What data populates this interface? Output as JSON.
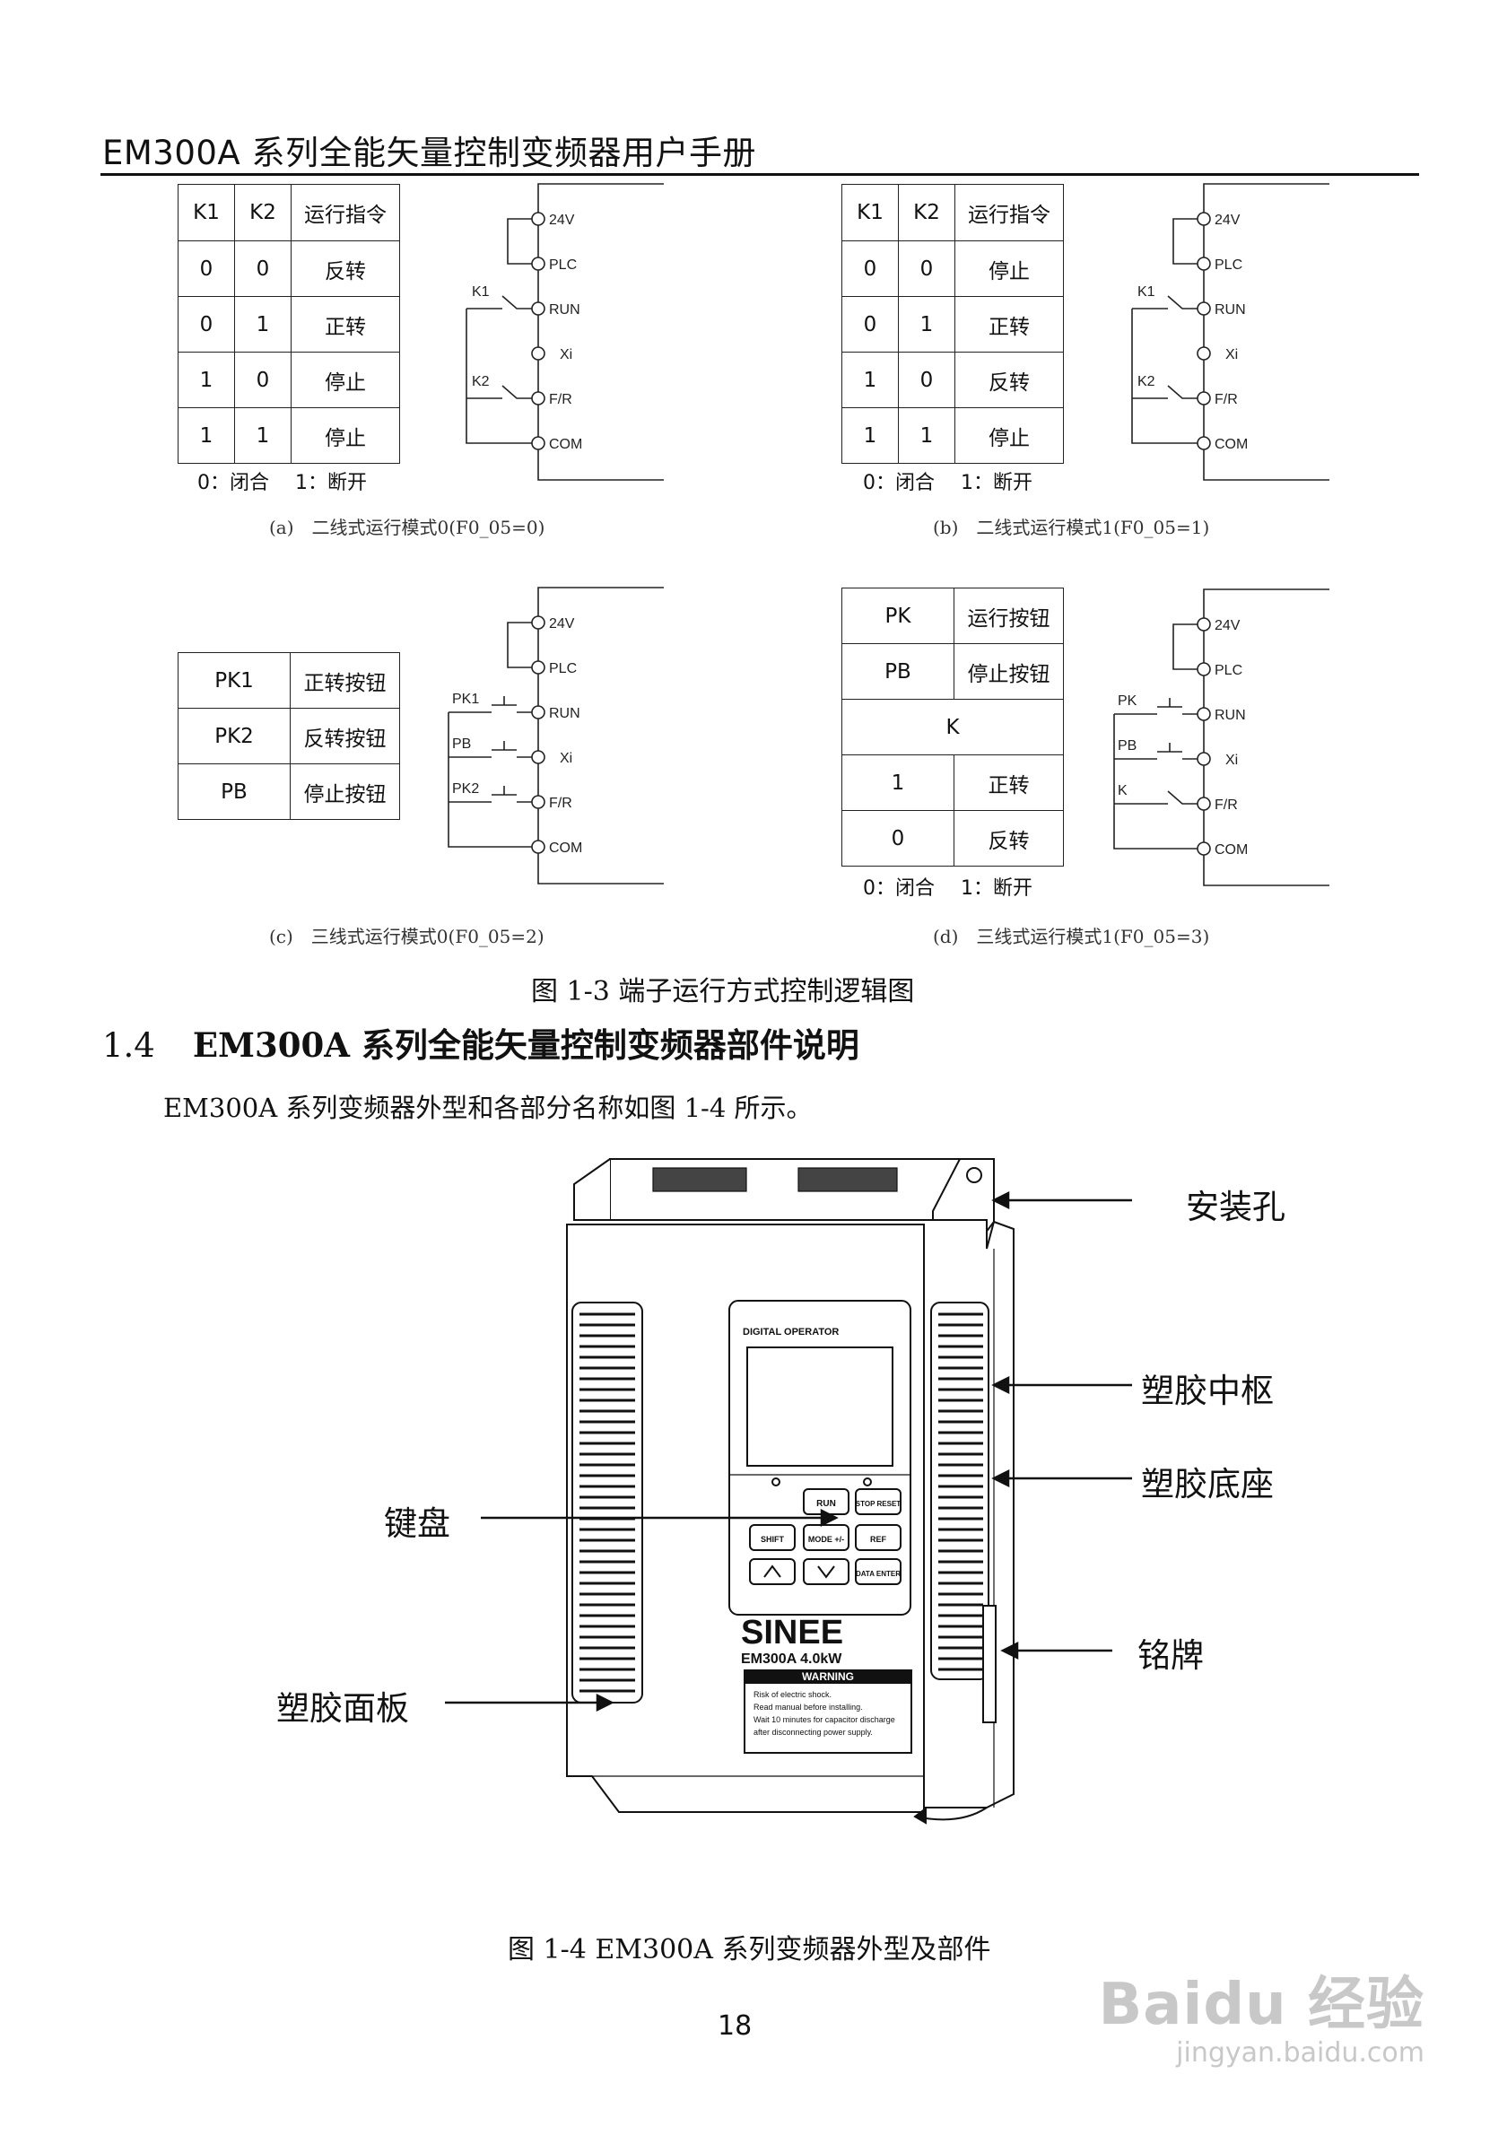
{
  "header": {
    "title": "EM300A 系列全能矢量控制变频器用户手册"
  },
  "terminals": {
    "v24": "24V",
    "plc": "PLC",
    "run": "RUN",
    "xi": "Xi",
    "fr": "F/R",
    "com": "COM"
  },
  "diagram_a": {
    "headers": [
      "K1",
      "K2",
      "运行指令"
    ],
    "rows": [
      [
        "0",
        "0",
        "反转"
      ],
      [
        "0",
        "1",
        "正转"
      ],
      [
        "1",
        "0",
        "停止"
      ],
      [
        "1",
        "1",
        "停止"
      ]
    ],
    "note": "0：闭合　 1：断开",
    "switch1": "K1",
    "switch2": "K2",
    "caption": "(a)　二线式运行模式0(F0_05=0)"
  },
  "diagram_b": {
    "headers": [
      "K1",
      "K2",
      "运行指令"
    ],
    "rows": [
      [
        "0",
        "0",
        "停止"
      ],
      [
        "0",
        "1",
        "正转"
      ],
      [
        "1",
        "0",
        "反转"
      ],
      [
        "1",
        "1",
        "停止"
      ]
    ],
    "note": "0：闭合　 1：断开",
    "switch1": "K1",
    "switch2": "K2",
    "caption": "(b)　二线式运行模式1(F0_05=1)"
  },
  "diagram_c": {
    "rows": [
      [
        "PK1",
        "正转按钮"
      ],
      [
        "PK2",
        "反转按钮"
      ],
      [
        "PB",
        "停止按钮"
      ]
    ],
    "switch1": "PK1",
    "switch2": "PB",
    "switch3": "PK2",
    "caption": "(c)　三线式运行模式0(F0_05=2)"
  },
  "diagram_d": {
    "rows_top": [
      [
        "PK",
        "运行按钮"
      ],
      [
        "PB",
        "停止按钮"
      ]
    ],
    "k_header": "K",
    "rows_bottom": [
      [
        "1",
        "正转"
      ],
      [
        "0",
        "反转"
      ]
    ],
    "note": "0：闭合　 1：断开",
    "switch1": "PK",
    "switch2": "PB",
    "switch3": "K",
    "caption": "(d)　三线式运行模式1(F0_05=3)"
  },
  "figure_1_3_caption": "图 1-3 端子运行方式控制逻辑图",
  "section": {
    "number": "1.4",
    "title": "EM300A 系列全能矢量控制变频器部件说明"
  },
  "intro_text": "EM300A 系列变频器外型和各部分名称如图 1-4 所示。",
  "device": {
    "operator_label": "DIGITAL OPERATOR",
    "keys": {
      "run": "RUN",
      "stop": "STOP RESET",
      "shift": "SHIFT",
      "mode": "MODE +/-",
      "ref": "REF",
      "data": "DATA ENTER"
    },
    "brand": "SINEE",
    "model": "EM300A  4.0kW",
    "warning_title": "WARNING",
    "warning_lines": [
      "Risk of electric shock.",
      "Read manual before installing.",
      "Wait 10 minutes for capacitor discharge",
      "after disconnecting power supply."
    ]
  },
  "callouts": {
    "mounting_hole": "安装孔",
    "plastic_middle": "塑胶中枢",
    "plastic_base": "塑胶底座",
    "keypad": "键盘",
    "nameplate": "铭牌",
    "plastic_panel": "塑胶面板"
  },
  "figure_1_4_caption": "图 1-4 EM300A 系列变频器外型及部件",
  "page_number": "18",
  "watermark": {
    "brand": "Baidu 经验",
    "url": "jingyan.baidu.com"
  }
}
